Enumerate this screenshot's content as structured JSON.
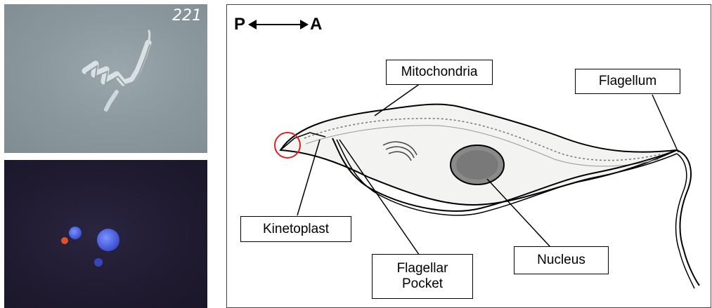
{
  "micrograph_top": {
    "frame_number": "221"
  },
  "axis": {
    "posterior": "P",
    "anterior": "A"
  },
  "labels": {
    "mitochondria": "Mitochondria",
    "flagellum": "Flagellum",
    "kinetoplast": "Kinetoplast",
    "flagellar_pocket_line1": "Flagellar",
    "flagellar_pocket_line2": "Pocket",
    "nucleus": "Nucleus"
  },
  "colors": {
    "highlight_circle": "#e02020",
    "kinetoplast_stain": "#e0502a",
    "nucleus_stain": "#4a66e8"
  }
}
